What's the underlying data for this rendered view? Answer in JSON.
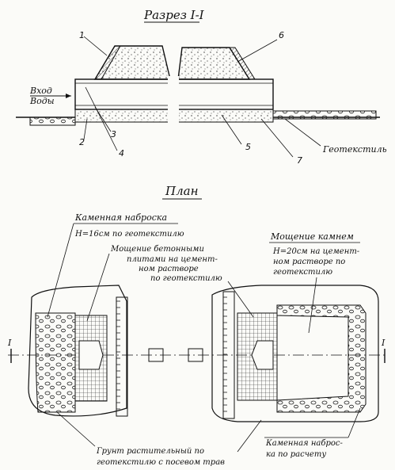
{
  "section_title": "Разрез I-I",
  "plan_title": "План",
  "water_flow": [
    "Вход",
    "Воды"
  ],
  "geotextile": "Геотекстиль",
  "callouts": [
    "1",
    "2",
    "3",
    "4",
    "5",
    "6",
    "7"
  ],
  "section_mark": "I",
  "labels": {
    "stone_fill": "Каменная наброска",
    "stone_fill_h": "H=16см по геотекстилю",
    "concrete_slabs": [
      "Мощение бетонными",
      "плитами на цемент-",
      "ном растворе",
      "по геотекстилю"
    ],
    "stone_paving": [
      "Мощение камнем",
      "H=20см на цемент-",
      "ном растворе по",
      "геотекстилю"
    ],
    "topsoil": [
      "Грунт растительный по",
      "геотекстилю с посевом трав"
    ],
    "stone_fill_bottom": [
      "Каменная наброс-",
      "ка по расчету"
    ]
  }
}
